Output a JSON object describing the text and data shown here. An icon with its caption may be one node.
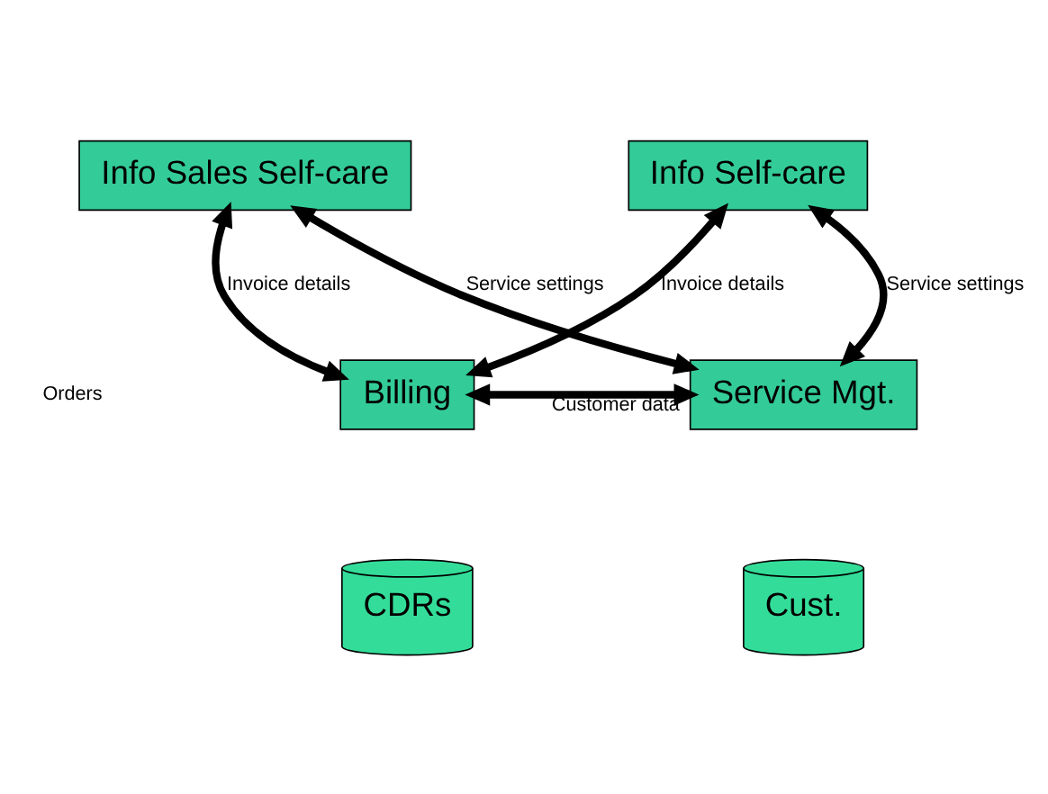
{
  "diagram": {
    "nodes": [
      {
        "text": [
          "Info Sales Self-care"
        ]
      },
      {
        "text": [
          "Info Self-care"
        ]
      },
      {
        "text": [
          "Billing"
        ]
      },
      {
        "text": [
          "CDRs"
        ]
      },
      {
        "text": [
          "Service Mgt."
        ]
      },
      {
        "text": [
          "Cust."
        ]
      }
    ],
    "edges": [
      {
        "from": 0,
        "to": 2,
        "arrow": "both",
        "label": "Invoice details"
      },
      {
        "from": 0,
        "to": 4,
        "arrow": "both",
        "label": "Service settings"
      },
      {
        "from": 1,
        "to": 2,
        "arrow": "both",
        "label": "Invoice details"
      },
      {
        "from": 1,
        "to": 4,
        "arrow": "both",
        "label": "Service settings"
      },
      {
        "from": 2,
        "to": 4,
        "arrow": "both",
        "label": "Customer data"
      }
    ],
    "labels": [
      "Orders"
    ]
  }
}
